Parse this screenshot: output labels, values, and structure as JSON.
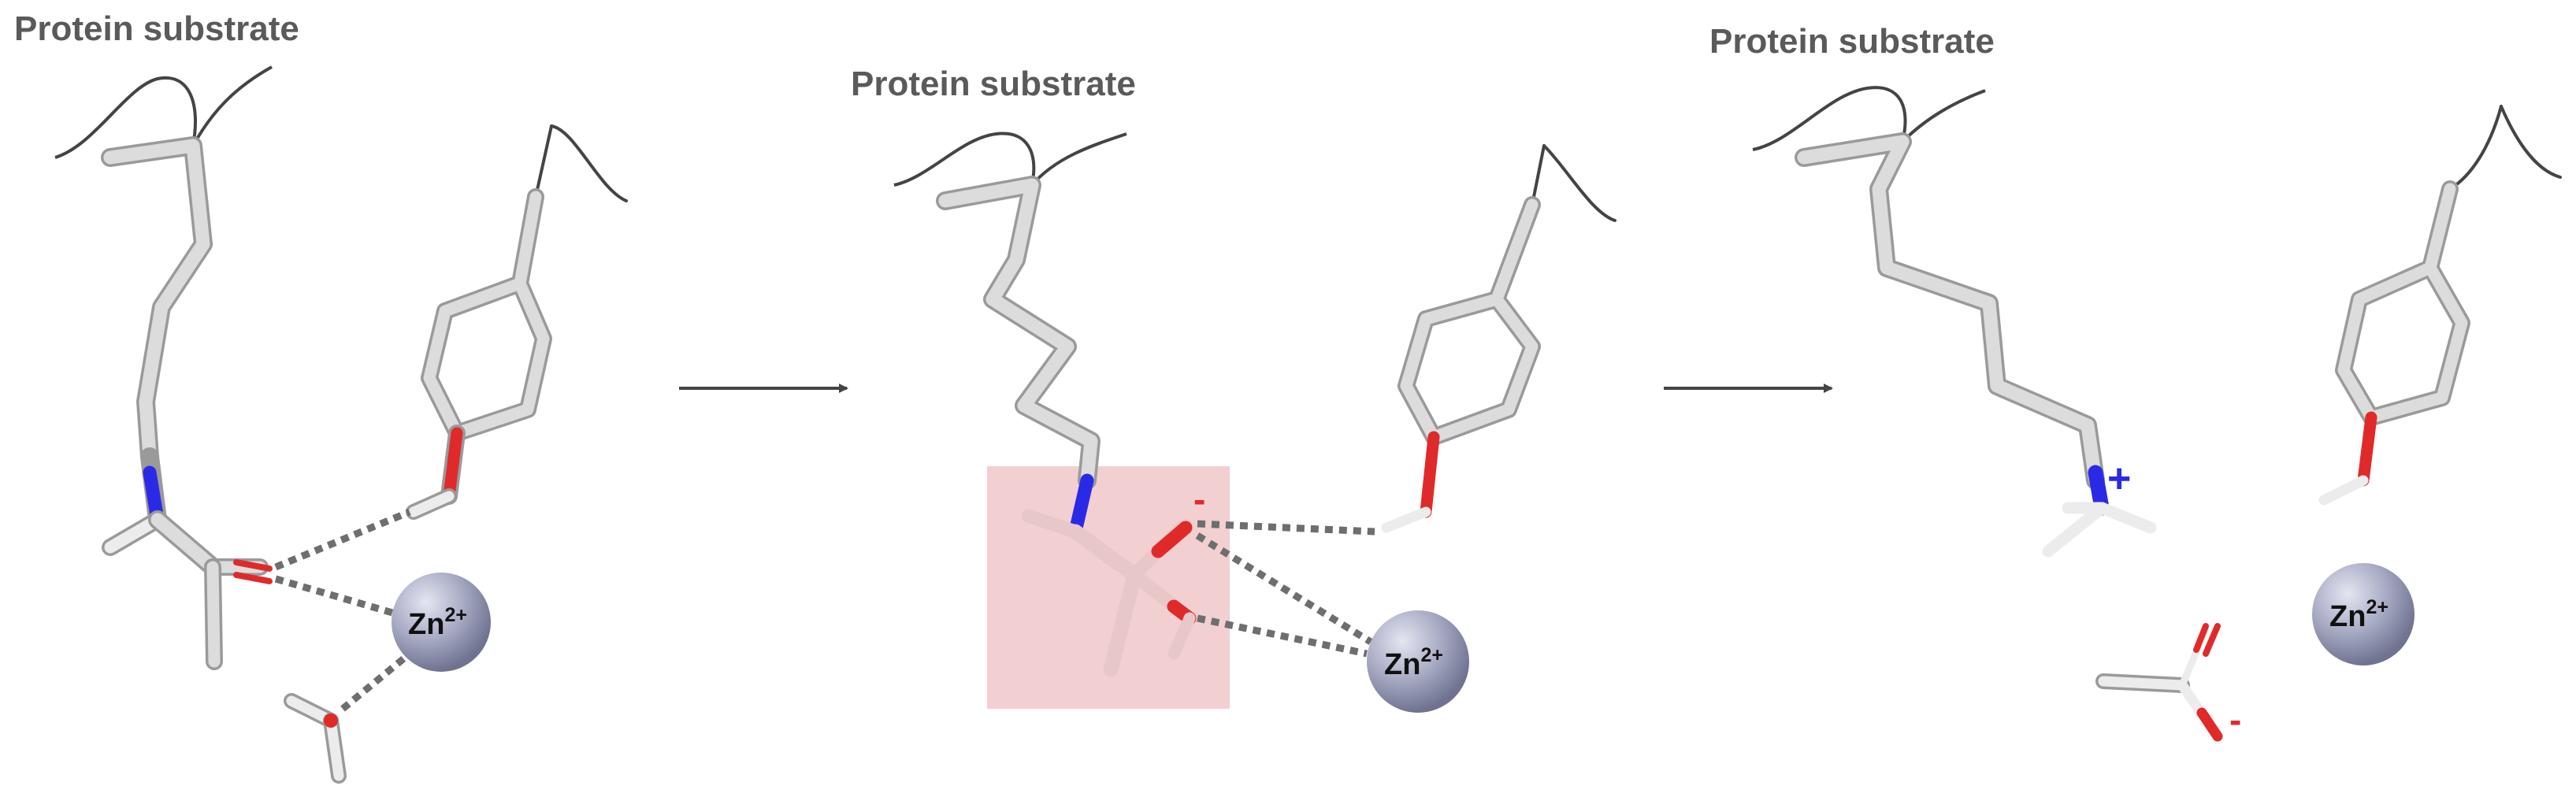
{
  "panels": [
    {
      "title": "Protein substrate"
    },
    {
      "title": "Protein substrate"
    },
    {
      "title": "Protein substrate"
    }
  ],
  "ion": {
    "base": "Zn",
    "charge": "2+"
  },
  "charges": {
    "minus": "-",
    "plus": "+"
  },
  "colors": {
    "bond": "#dcdcdc",
    "bond_edge": "#9a9a9a",
    "nitrogen": "#2a2ae6",
    "oxygen": "#e02a2a",
    "backbone": "#444444",
    "hbond": "#6e6e6e",
    "zinc": "#a6a9c2",
    "transition_box": "#f2cfd1",
    "intermediate_bond": "#e8c7c8",
    "arrow": "#444444",
    "plus_charge": "#2a2ae6",
    "minus_charge": "#e02a2a"
  }
}
